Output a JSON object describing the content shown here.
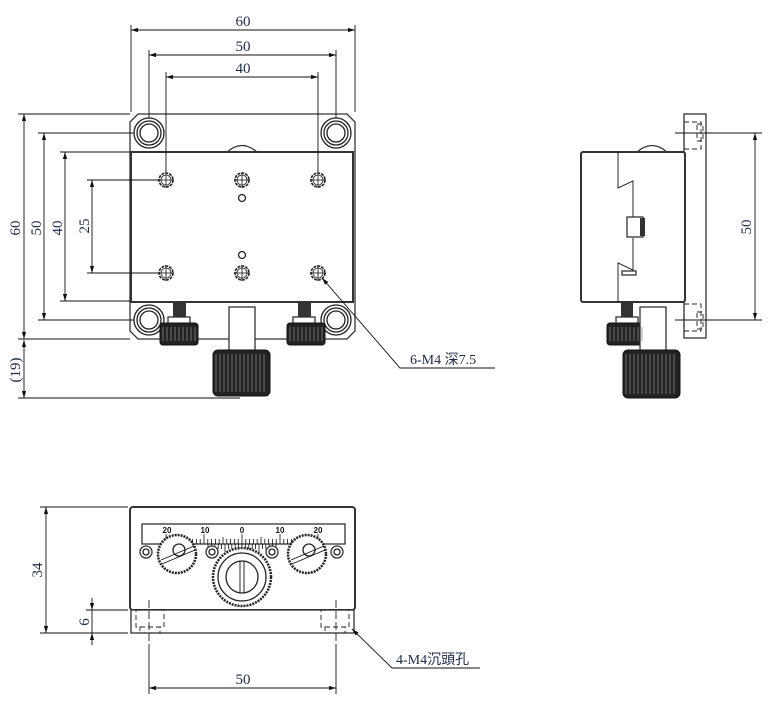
{
  "title": "Manual XY stage dimension drawing",
  "dimensions": {
    "top_width_overall": "60",
    "top_width_mount": "50",
    "top_width_holes": "40",
    "left_height_overall": "60",
    "left_height_mount": "50",
    "left_height_stage": "40",
    "left_height_holes": "25",
    "knob_extension": "(19)",
    "side_mount": "50",
    "front_height": "34",
    "front_base": "6",
    "front_mount": "50"
  },
  "callouts": {
    "tapped_holes": "6-M4 深7.5",
    "counterbore_holes": "4-M4沉頭孔"
  },
  "scale": {
    "labels": [
      "20",
      "10",
      "0",
      "10",
      "20"
    ]
  },
  "colors": {
    "dimension_text": "#1d2a4a",
    "line": "#222222"
  }
}
